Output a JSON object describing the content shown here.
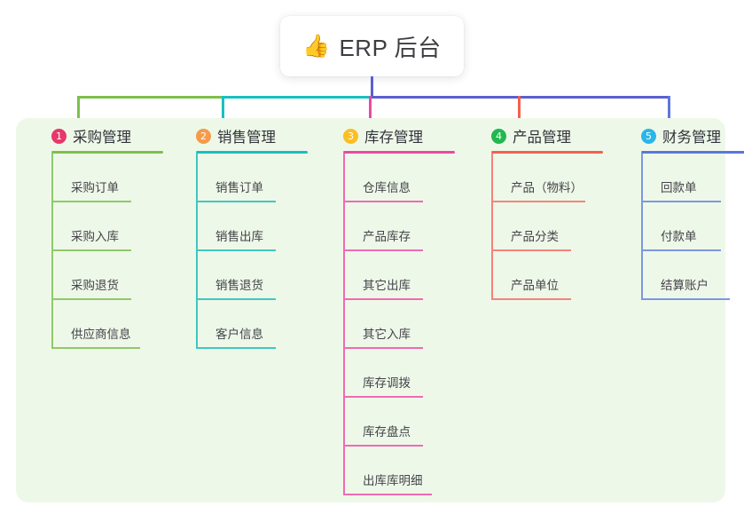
{
  "root": {
    "icon": "thumbs-up-icon",
    "emoji": "👍",
    "title": "ERP 后台"
  },
  "columns": [
    {
      "index": "1",
      "title": "采购管理",
      "badge_color": "#e8376a",
      "line_color": "#7fbf4d",
      "items": [
        "采购订单",
        "采购入库",
        "采购退货",
        "供应商信息"
      ]
    },
    {
      "index": "2",
      "title": "销售管理",
      "badge_color": "#f59b4b",
      "line_color": "#19c0c0",
      "items": [
        "销售订单",
        "销售出库",
        "销售退货",
        "客户信息"
      ]
    },
    {
      "index": "3",
      "title": "库存管理",
      "badge_color": "#fbbf24",
      "line_color": "#ea49a4",
      "items": [
        "仓库信息",
        "产品库存",
        "其它出库",
        "其它入库",
        "库存调拨",
        "库存盘点",
        "出库库明细"
      ]
    },
    {
      "index": "4",
      "title": "产品管理",
      "badge_color": "#22b84f",
      "line_color": "#f4604f",
      "items": [
        "产品（物料）",
        "产品分类",
        "产品单位"
      ]
    },
    {
      "index": "5",
      "title": "财务管理",
      "badge_color": "#29b6ea",
      "line_color": "#5b78d8",
      "items": [
        "回款单",
        "付款单",
        "结算账户"
      ]
    }
  ],
  "connectors": {
    "trunk_color": "#5b5fd0",
    "bar_segments": [
      {
        "color": "#7fbf4d"
      },
      {
        "color": "#19c0c0"
      },
      {
        "color": "#5b5fd0"
      }
    ]
  },
  "colors": {
    "panel_background": "#eef8e9",
    "page_background": "#ffffff",
    "title_text": "#3d3d42"
  }
}
